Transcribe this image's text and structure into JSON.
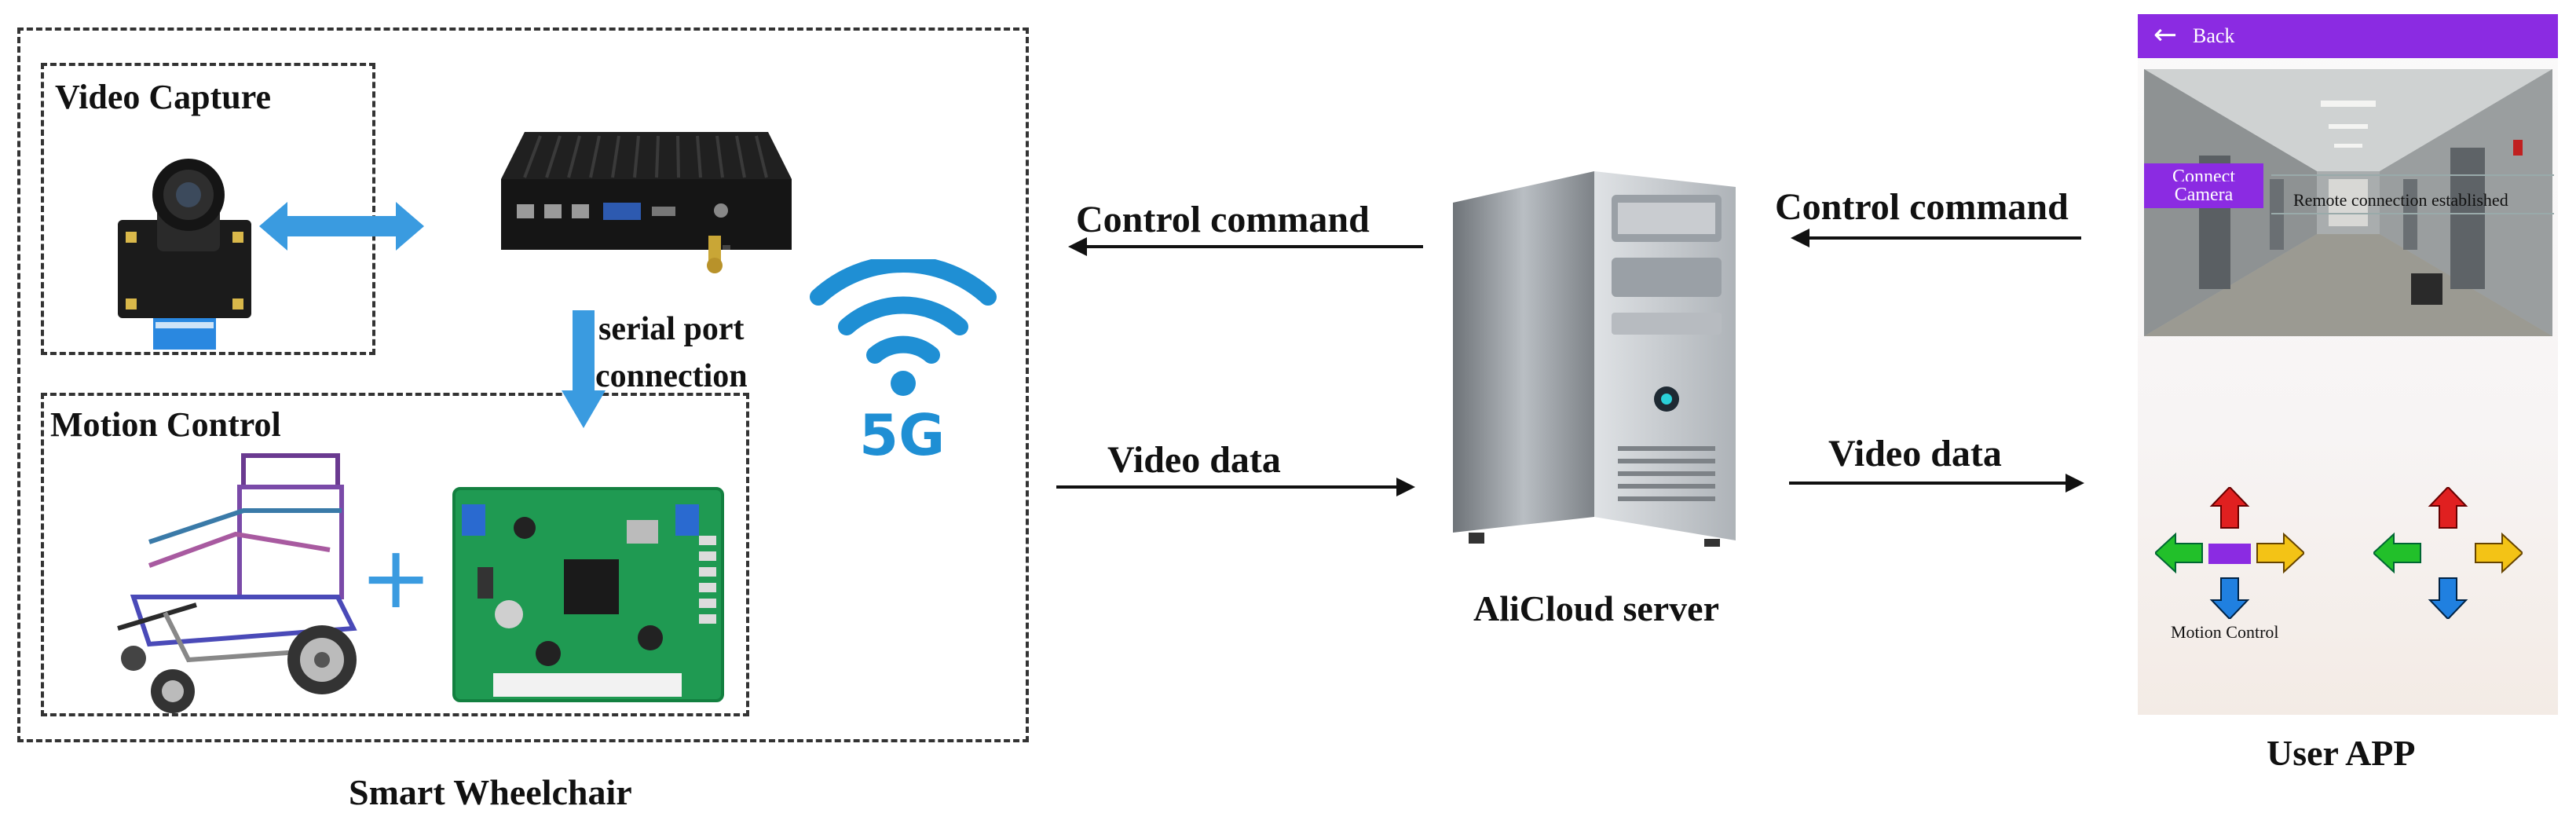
{
  "wheelchair": {
    "title": "Smart Wheelchair",
    "video_capture_label": "Video Capture",
    "motion_control_label": "Motion Control",
    "serial_label_line1": "serial port",
    "serial_label_line2": "connection",
    "network_label": "5G",
    "plus_sign": "+"
  },
  "left_links": {
    "control_command": "Control command",
    "video_data": "Video data"
  },
  "server": {
    "label": "AliCloud server"
  },
  "right_links": {
    "control_command": "Control command",
    "video_data": "Video data"
  },
  "app": {
    "title": "User APP",
    "back_label": "Back",
    "connect_button": "Connect",
    "camera_button": "Camera",
    "status_text": "Remote connection established",
    "motion_pad_label": "Motion Control"
  },
  "colors": {
    "app_accent": "#8b2be2",
    "wifi_blue": "#1f8fd4",
    "arrow_blue": "#3a9be0",
    "pad_red": "#e02020",
    "pad_green": "#22c02a",
    "pad_yellow": "#f3c316",
    "pad_blue": "#2080e0"
  },
  "icons": [
    "camera-module-icon",
    "mini-pc-icon",
    "wifi-5g-icon",
    "wheelchair-model-icon",
    "control-board-icon",
    "server-tower-icon",
    "back-arrow-icon",
    "direction-pad-icon"
  ]
}
